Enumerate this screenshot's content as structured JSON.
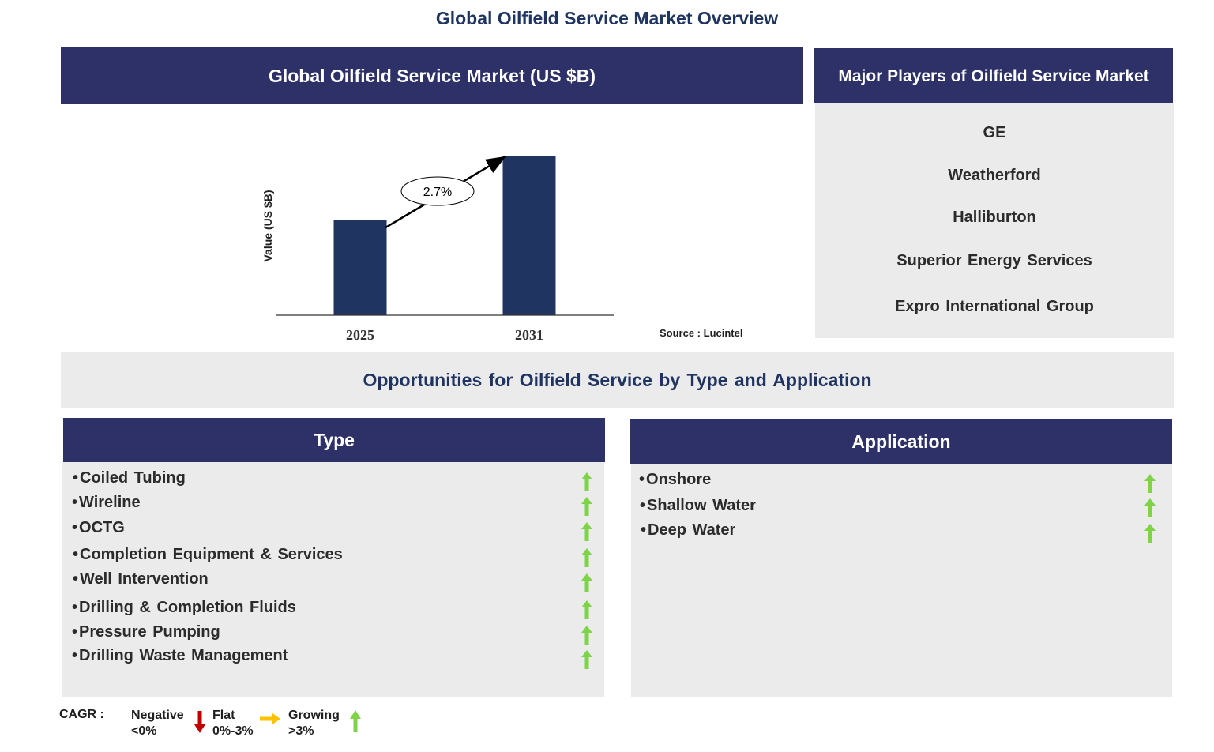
{
  "page_title": "Global Oilfield Service Market Overview",
  "market_header": "Global Oilfield Service Market (US $B)",
  "players_header": "Major Players of Oilfield Service Market",
  "players": [
    "GE",
    "Weatherford",
    "Halliburton",
    "Superior Energy Services",
    "Expro International Group"
  ],
  "source": "Source : Lucintel",
  "opportunities_title": "Opportunities for Oilfield Service by Type and Application",
  "type_header": "Type",
  "type_items": [
    {
      "label": "Coiled Tubing",
      "trend": "growing"
    },
    {
      "label": "Wireline",
      "trend": "growing"
    },
    {
      "label": "OCTG",
      "trend": "growing"
    },
    {
      "label": "Completion Equipment & Services",
      "trend": "growing"
    },
    {
      "label": "Well Intervention",
      "trend": "growing"
    },
    {
      "label": "Drilling & Completion Fluids",
      "trend": "growing"
    },
    {
      "label": "Pressure Pumping",
      "trend": "growing"
    },
    {
      "label": "Drilling Waste Management",
      "trend": "growing"
    }
  ],
  "application_header": "Application",
  "application_items": [
    {
      "label": "Onshore",
      "trend": "growing"
    },
    {
      "label": "Shallow Water",
      "trend": "growing"
    },
    {
      "label": "Deep Water",
      "trend": "growing"
    }
  ],
  "legend": {
    "label": "CAGR :",
    "negative": {
      "name": "Negative",
      "range": "<0%",
      "color": "#c00000"
    },
    "flat": {
      "name": "Flat",
      "range": "0%-3%",
      "color": "#ffc000"
    },
    "growing": {
      "name": "Growing",
      "range": ">3%",
      "color": "#7ed348"
    }
  },
  "colors": {
    "navy": "#2d3168",
    "bar": "#1f3461",
    "panel": "#ebebeb",
    "title": "#1f3461"
  },
  "chart_data": {
    "type": "bar",
    "categories": [
      "2025",
      "2031"
    ],
    "values": [
      0.6,
      1.0
    ],
    "ylabel": "Value (US $B)",
    "ylim": [
      0,
      1
    ],
    "grid": false,
    "annotation": {
      "label": "2.7%",
      "meaning": "CAGR 2025-2031"
    }
  }
}
